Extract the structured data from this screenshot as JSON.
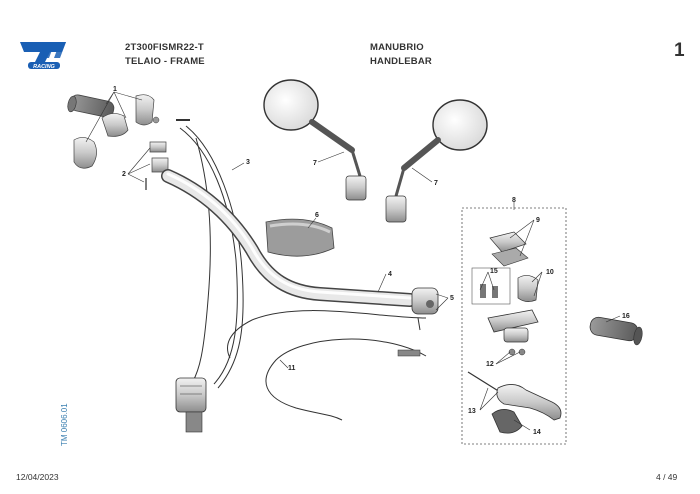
{
  "brand": {
    "logo_text": "tm",
    "logo_subtext": "RACING",
    "logo_color": "#1a5fb4"
  },
  "header": {
    "model_code": "2T300FISMR22-T",
    "section_it_left": "TELAIO - FRAME",
    "section_it": "MANUBRIO",
    "section_en": "HANDLEBAR",
    "page_number": "1"
  },
  "side_code": "TM 0606.01",
  "footer": {
    "date": "12/04/2023",
    "pagination": "4 / 49"
  },
  "callouts": [
    "1",
    "2",
    "3",
    "4",
    "5",
    "6",
    "7",
    "7",
    "8",
    "9",
    "10",
    "11",
    "12",
    "13",
    "14",
    "15",
    "16"
  ]
}
